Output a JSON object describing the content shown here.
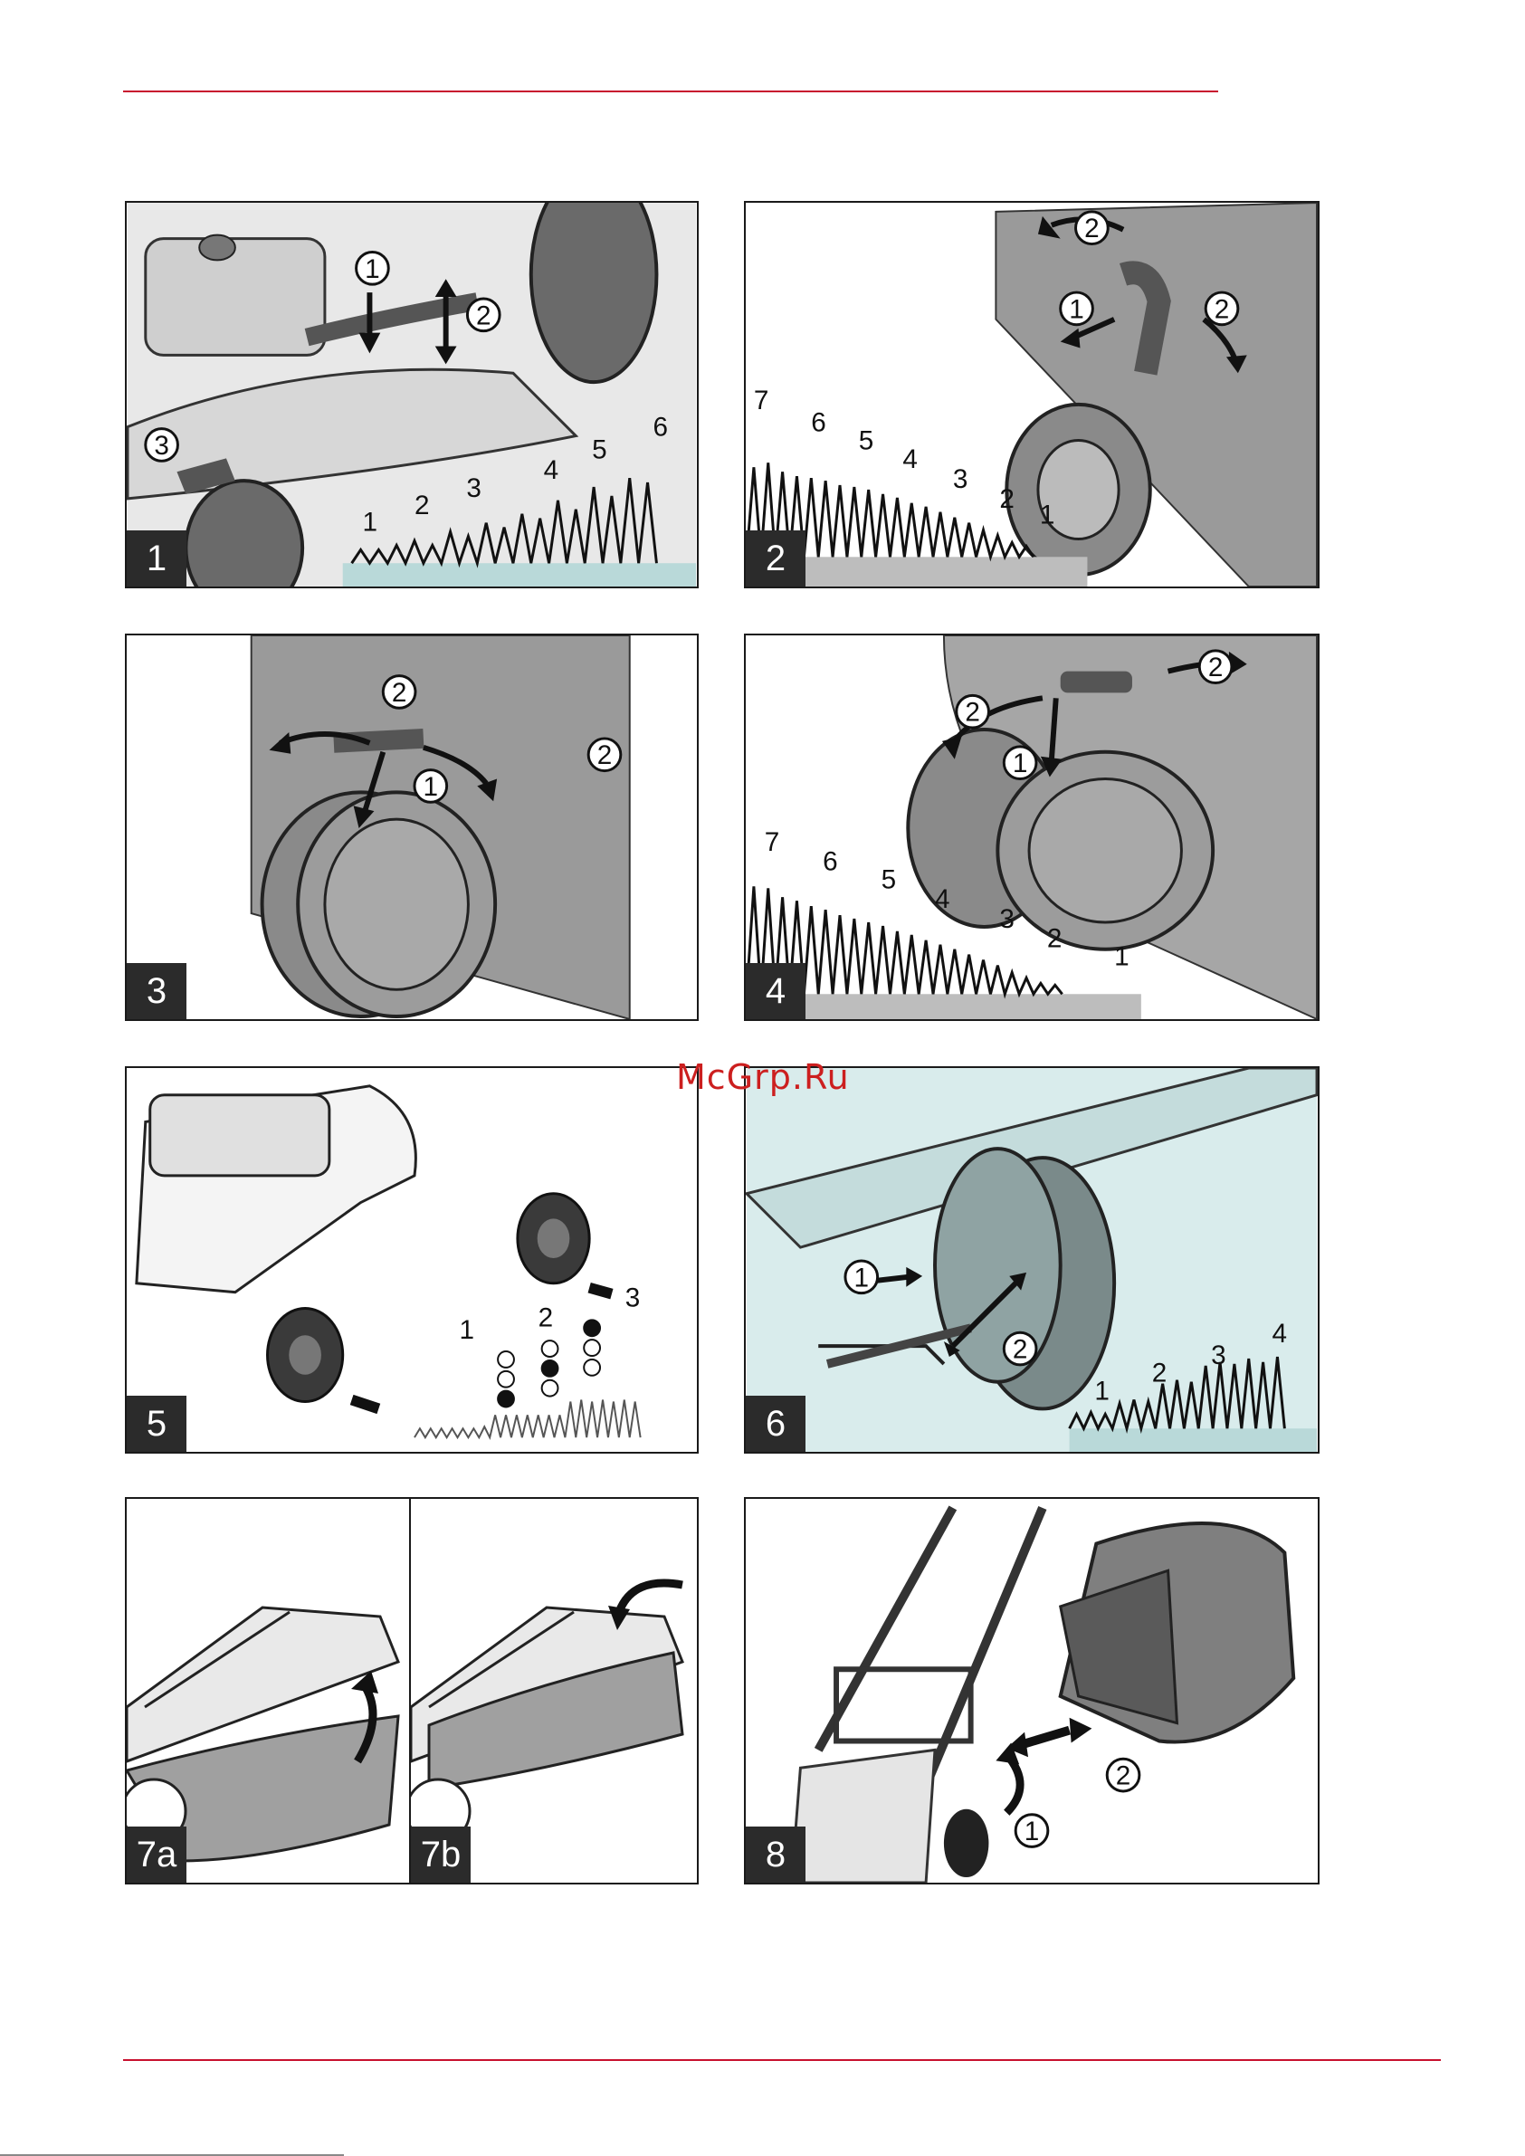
{
  "watermark": "McGrp.Ru",
  "colors": {
    "rule": "#c8102e",
    "watermark": "#cc1f1f",
    "label_bg": "#2b2b2b"
  },
  "figures": [
    {
      "label": "1",
      "callouts": [
        "1",
        "2",
        "3"
      ],
      "grass_levels": [
        "1",
        "2",
        "3",
        "4",
        "5",
        "6"
      ]
    },
    {
      "label": "2",
      "callouts": [
        "1",
        "2",
        "2"
      ],
      "grass_levels": [
        "7",
        "6",
        "5",
        "4",
        "3",
        "2",
        "1"
      ]
    },
    {
      "label": "3",
      "callouts": [
        "1",
        "2",
        "2"
      ]
    },
    {
      "label": "4",
      "callouts": [
        "1",
        "2",
        "2"
      ],
      "grass_levels": [
        "7",
        "6",
        "5",
        "4",
        "3",
        "2",
        "1"
      ]
    },
    {
      "label": "5",
      "positions": [
        "1",
        "2",
        "3"
      ]
    },
    {
      "label": "6",
      "callouts": [
        "1",
        "2"
      ],
      "grass_levels": [
        "1",
        "2",
        "3",
        "4"
      ]
    },
    {
      "label": "7a"
    },
    {
      "label": "7b"
    },
    {
      "label": "8",
      "callouts": [
        "1",
        "2"
      ]
    }
  ]
}
